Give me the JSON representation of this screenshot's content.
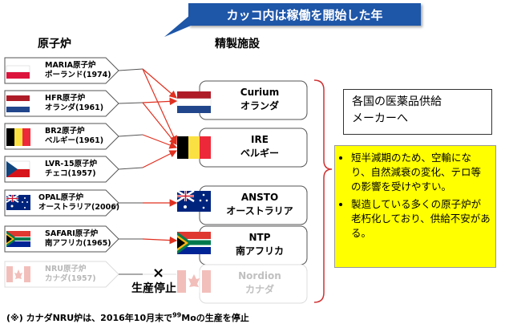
{
  "callout": "カッコ内は稼働を開始した年",
  "headers": {
    "reactors": "原子炉",
    "facilities": "精製施設"
  },
  "reactors": [
    {
      "line1": "MARIA原子炉",
      "line2": "ポーランド(1974)",
      "flag": "poland-flag"
    },
    {
      "line1": "HFR原子炉",
      "line2": "オランダ(1961)",
      "flag": "netherlands-flag"
    },
    {
      "line1": "BR2原子炉",
      "line2": "ベルギー(1961)",
      "flag": "belgium-flag"
    },
    {
      "line1": "LVR-15原子炉",
      "line2": "チェコ(1957)",
      "flag": "czech-flag"
    },
    {
      "line1": "OPAL原子炉",
      "line2": "オーストラリア(2006)",
      "flag": "australia-flag"
    },
    {
      "line1": "SAFARI原子炉",
      "line2": "南アフリカ(1965)",
      "flag": "south-africa-flag"
    },
    {
      "line1": "NRU原子炉",
      "line2": "カナダ(1957)",
      "flag": "canada-flag"
    }
  ],
  "facilities": [
    {
      "line1": "Curium",
      "line2": "オランダ",
      "flag": "netherlands-flag"
    },
    {
      "line1": "IRE",
      "line2": "ベルギー",
      "flag": "belgium-flag"
    },
    {
      "line1": "ANSTO",
      "line2": "オーストラリア",
      "flag": "australia-flag"
    },
    {
      "line1": "NTP",
      "line2": "南アフリカ",
      "flag": "south-africa-flag"
    },
    {
      "line1": "Nordion",
      "line2": "カナダ",
      "flag": "canada-flag"
    }
  ],
  "production_stop": {
    "mark": "×",
    "label": "生産停止"
  },
  "supply_box": {
    "line1": "各国の医薬品供給",
    "line2": "メーカーへ"
  },
  "notes": [
    "短半減期のため、空輸になり、自然減衰の変化、テロ等の影響を受けやすい。",
    "製造している多くの原子炉が老朽化しており、供給不安がある。"
  ],
  "footnote": {
    "prefix": "(※) カナダNRU炉は、2016年10月末で",
    "sup": "99",
    "suffix": "Moの生産を停止"
  },
  "colors": {
    "callout": "#1e56a8",
    "arrow_red": "#e03020",
    "note_yellow": "#ffff00"
  }
}
